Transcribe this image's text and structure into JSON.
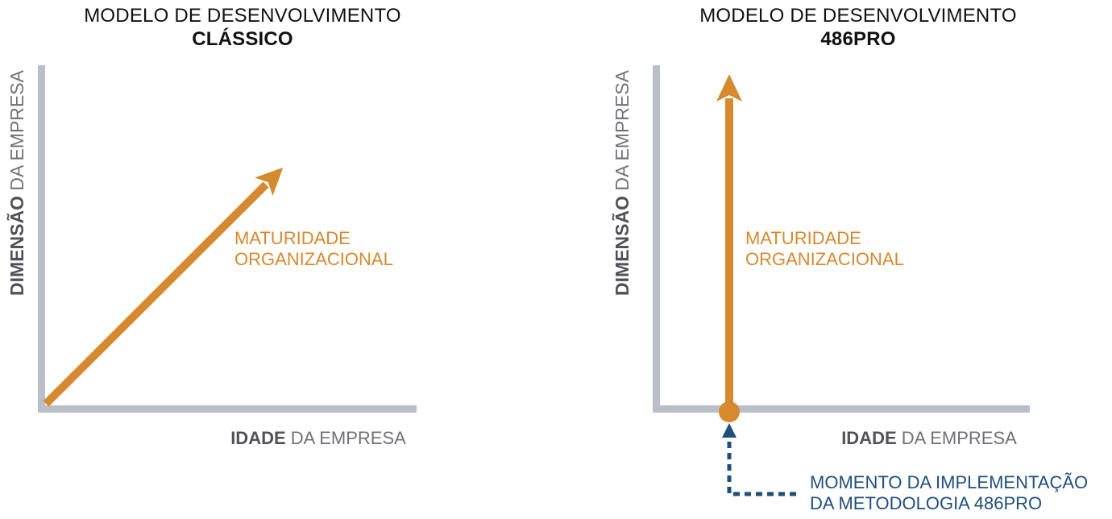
{
  "colors": {
    "orange": "#d6892f",
    "navy": "#1f4f7d",
    "axis-gray": "#b9bfc9",
    "label-dark": "#515256",
    "label-light": "#707175",
    "title-black": "#111111"
  },
  "left": {
    "title_line1": "MODELO DE DESENVOLVIMENTO",
    "title_line2": "CLÁSSICO",
    "ylabel_bold": "DIMENSÃO",
    "ylabel_rest": "DA EMPRESA",
    "xlabel_bold": "IDADE",
    "xlabel_rest": "DA EMPRESA",
    "arrow_label_line1": "MATURIDADE",
    "arrow_label_line2": "ORGANIZACIONAL"
  },
  "right": {
    "title_line1": "MODELO DE DESENVOLVIMENTO",
    "title_line2": "486PRO",
    "ylabel_bold": "DIMENSÃO",
    "ylabel_rest": "DA EMPRESA",
    "xlabel_bold": "IDADE",
    "xlabel_rest": "DA EMPRESA",
    "arrow_label_line1": "MATURIDADE",
    "arrow_label_line2": "ORGANIZACIONAL",
    "annotation_line1": "MOMENTO DA IMPLEMENTAÇÃO",
    "annotation_line2": "DA METODOLOGIA 486PRO"
  },
  "chart_data": [
    {
      "type": "line",
      "title": "MODELO DE DESENVOLVIMENTO CLÁSSICO",
      "xlabel": "IDADE DA EMPRESA",
      "ylabel": "DIMENSÃO DA EMPRESA",
      "grid": false,
      "series": [
        {
          "name": "MATURIDADE ORGANIZACIONAL",
          "shape": "diagonal-arrow-up-right",
          "description": "organizational maturity rises gradually as company age increases"
        }
      ]
    },
    {
      "type": "line",
      "title": "MODELO DE DESENVOLVIMENTO 486PRO",
      "xlabel": "IDADE DA EMPRESA",
      "ylabel": "DIMENSÃO DA EMPRESA",
      "grid": false,
      "series": [
        {
          "name": "MATURIDADE ORGANIZACIONAL",
          "shape": "vertical-arrow-up-from-point-on-x-axis",
          "description": "organizational maturity rises vertically from a point marked on the age axis"
        }
      ],
      "annotation": "MOMENTO DA IMPLEMENTAÇÃO DA METODOLOGIA 486PRO"
    }
  ]
}
